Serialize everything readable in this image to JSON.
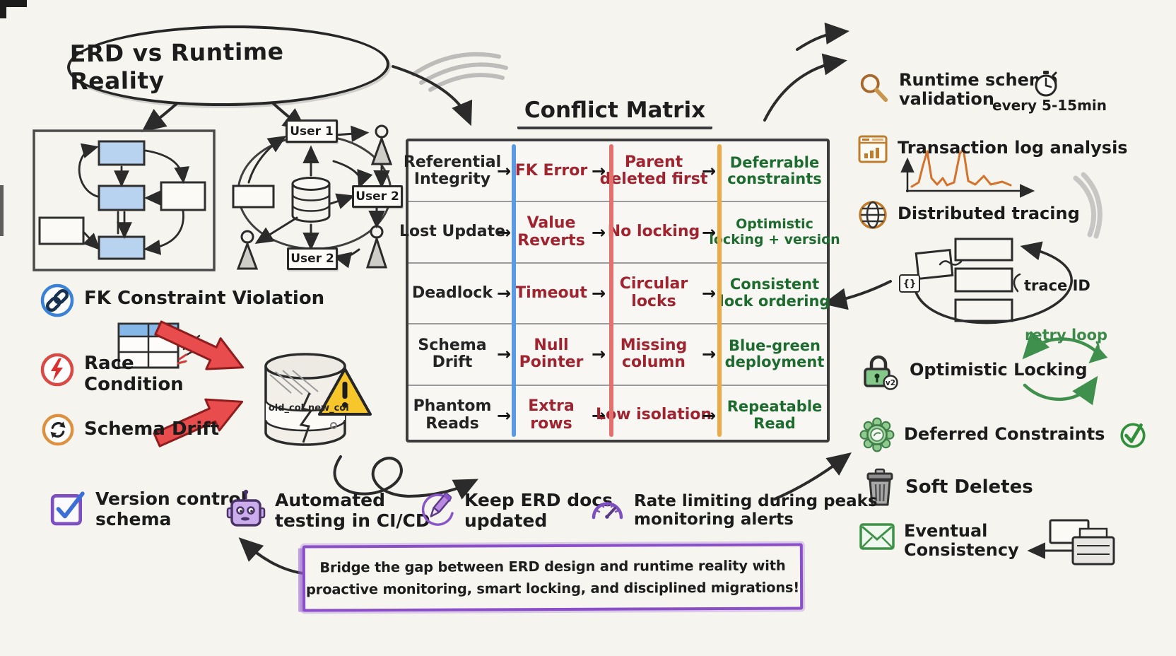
{
  "title": "ERD vs Runtime Reality",
  "matrix": {
    "title": "Conflict Matrix",
    "rows": [
      {
        "problem": "Referential\nIntegrity",
        "symptom": "FK Error",
        "cause": "Parent\ndeleted first",
        "solution": "Deferrable\nconstraints"
      },
      {
        "problem": "Lost Update",
        "symptom": "Value\nReverts",
        "cause": "No locking",
        "solution": "Optimistic\nlocking + version"
      },
      {
        "problem": "Deadlock",
        "symptom": "Timeout",
        "cause": "Circular\nlocks",
        "solution": "Consistent\nlock ordering"
      },
      {
        "problem": "Schema\nDrift",
        "symptom": "Null\nPointer",
        "cause": "Missing\ncolumn",
        "solution": "Blue-green\ndeployment"
      },
      {
        "problem": "Phantom\nReads",
        "symptom": "Extra\nrows",
        "cause": "Low isolation",
        "solution": "Repeatable\nRead"
      }
    ]
  },
  "problems": [
    {
      "icon": "chain-link-icon",
      "label": "FK Constraint Violation"
    },
    {
      "icon": "lightning-icon",
      "label": "Race\nCondition"
    },
    {
      "icon": "refresh-icon",
      "label": "Schema Drift"
    }
  ],
  "database": {
    "old_label": "old_col",
    "new_label": "new_col"
  },
  "runtime_sketch": {
    "user1": "User 1",
    "user2_right": "User 2",
    "user2_bottom": "User 2"
  },
  "monitoring": [
    {
      "icon": "search-icon",
      "label": "Runtime schema\nvalidation",
      "note": "every 5-15min"
    },
    {
      "icon": "log-window-icon",
      "label": "Transaction log analysis"
    },
    {
      "icon": "globe-icon",
      "label": "Distributed tracing"
    }
  ],
  "trace": {
    "label": "trace ID",
    "chip": "{}"
  },
  "strategies": [
    {
      "icon": "padlock-icon",
      "label": "Optimistic Locking",
      "badge": "v2",
      "note": "retry loop"
    },
    {
      "icon": "rosette-icon",
      "label": "Deferred Constraints"
    },
    {
      "icon": "trash-icon",
      "label": "Soft Deletes"
    },
    {
      "icon": "envelope-icon",
      "label": "Eventual\nConsistency"
    }
  ],
  "practices": [
    {
      "icon": "checkbox-icon",
      "label": "Version control\nschema"
    },
    {
      "icon": "robot-icon",
      "label": "Automated\ntesting in CI/CD"
    },
    {
      "icon": "pencil-icon",
      "label": "Keep ERD docs\nupdated"
    },
    {
      "icon": "gauge-icon",
      "label": "Rate limiting during peaks\nmonitoring alerts"
    }
  ],
  "banner": {
    "text": "Bridge the gap between ERD design and runtime reality with\nproactive monitoring, smart locking, and disciplined migrations!"
  },
  "colors": {
    "paper": "#f6f4ef",
    "ink": "#262626",
    "red_text": "#a02330",
    "green_text": "#1d6b2f",
    "blue_stripe": "#5a9ae4",
    "red_stripe": "#e2716d",
    "orange_stripe": "#ecaa44",
    "orange_icon": "#c07a2b",
    "green_icon": "#4a9d57",
    "purple": "#8a4fc8",
    "warning_yellow": "#f6c62b",
    "impact_red": "#e84c4c"
  }
}
